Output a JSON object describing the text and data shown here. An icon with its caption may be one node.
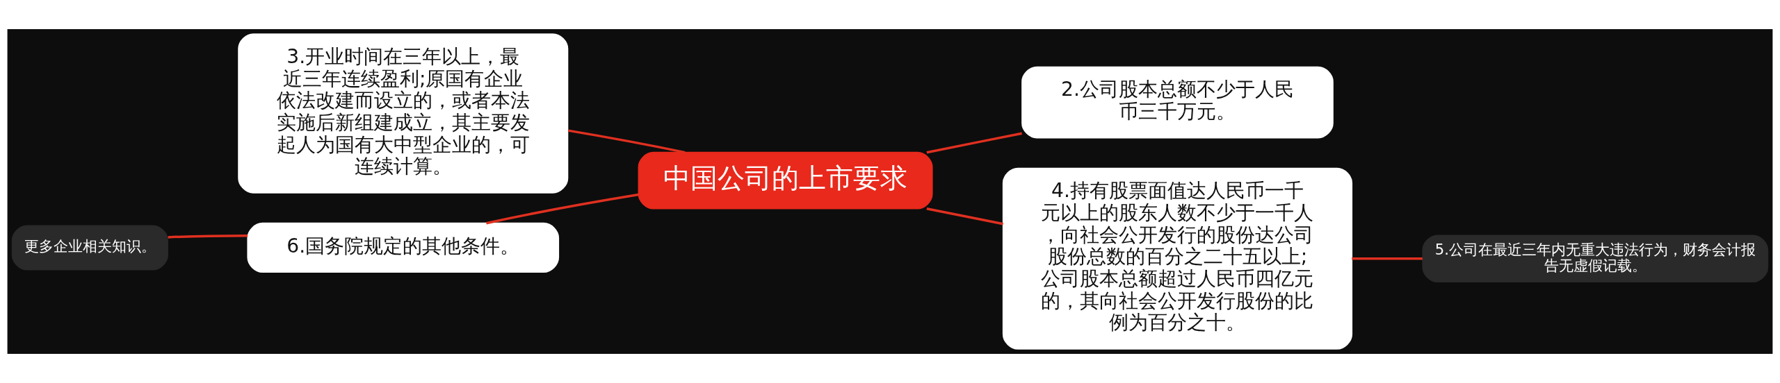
{
  "diagram": {
    "nodes": [
      {
        "text": [
          "中国公司的上市要求"
        ]
      },
      {
        "text": [
          "2.公司股本总额不少于人民币三千万元。"
        ]
      },
      {
        "text": [
          "3.开业时间在三年以上，最近三年连续盈利;原国有企业依法改建而设立的，或者本法实施后新组建成立，其主要发起人为国有大中型企业的，可连续计算。"
        ]
      },
      {
        "text": [
          "4.持有股票面值达人民币一千元以上的股东人数不少于一千人，向社会公开发行的股份达公司股份总数的百分之二十五以上;公司股本总额超过人民币四亿元的，其向社会公开发行股份的比例为百分之十。"
        ]
      },
      {
        "text": [
          "5.公司在最近三年内无重大违法行为，财务会计报告无虚假记载。"
        ]
      },
      {
        "text": [
          "6.国务院规定的其他条件。"
        ]
      },
      {
        "text": [
          "更多企业相关知识。"
        ]
      }
    ],
    "edges": [
      {
        "from": 0,
        "to": 1,
        "arrow": "none"
      },
      {
        "from": 0,
        "to": 2,
        "arrow": "none"
      },
      {
        "from": 0,
        "to": 3,
        "arrow": "none"
      },
      {
        "from": 3,
        "to": 4,
        "arrow": "none"
      },
      {
        "from": 0,
        "to": 5,
        "arrow": "none"
      },
      {
        "from": 5,
        "to": 6,
        "arrow": "none"
      }
    ]
  }
}
